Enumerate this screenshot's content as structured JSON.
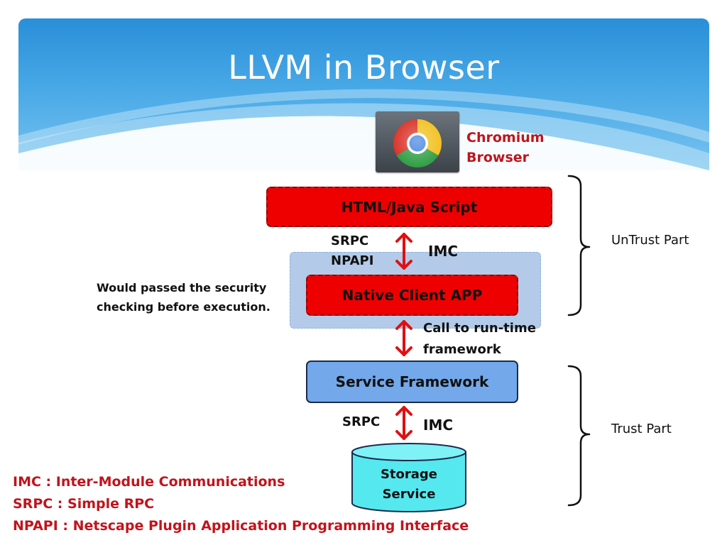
{
  "title": "LLVM in Browser",
  "browser": {
    "icon": "chrome-icon",
    "label_line1": "Chromium",
    "label_line2": "Browser"
  },
  "boxes": {
    "html_js": "HTML/Java Script",
    "native_client": "Native Client APP",
    "service_framework": "Service Framework",
    "storage_line1": "Storage",
    "storage_line2": "Service"
  },
  "links": {
    "top_protocol_1": "SRPC",
    "top_protocol_2": "NPAPI",
    "top_type": "IMC",
    "middle_line1": "Call to run-time",
    "middle_line2": "framework",
    "bottom_protocol": "SRPC",
    "bottom_type": "IMC"
  },
  "note": {
    "line1": "Would passed the security",
    "line2": "checking before execution."
  },
  "groups": {
    "untrust": "UnTrust Part",
    "trust": "Trust Part"
  },
  "legend": [
    "IMC : Inter-Module Communications",
    "SRPC : Simple RPC",
    "NPAPI : Netscape Plugin Application Programming Interface"
  ],
  "colors": {
    "header": "#2a8fd8",
    "red_box": "#ee0000",
    "arrow": "#e01010",
    "service_box": "#73a8ea",
    "storage": "#55e8ef",
    "legend_text": "#c0141c"
  }
}
